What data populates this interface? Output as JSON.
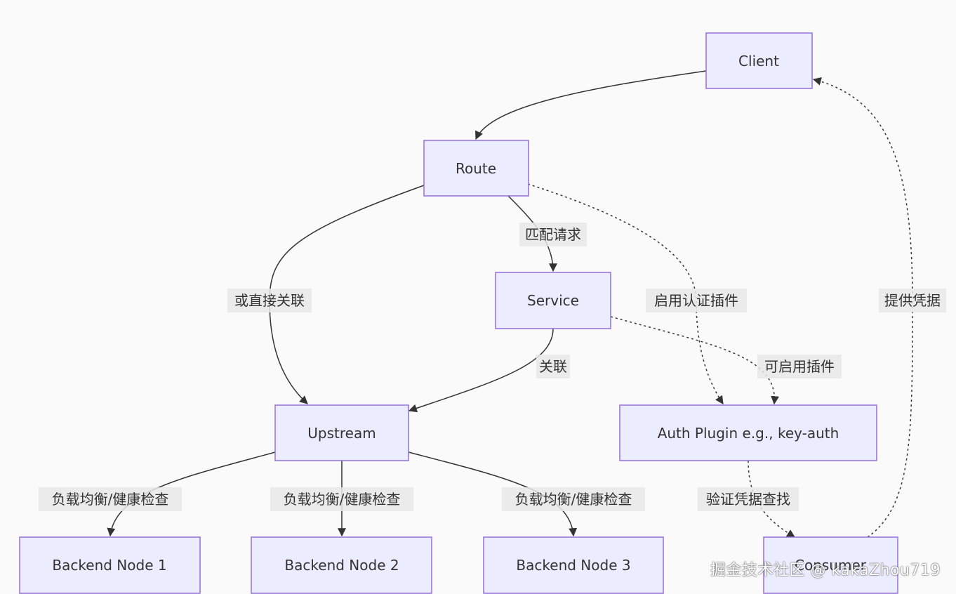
{
  "nodes": {
    "client": "Client",
    "route": "Route",
    "service": "Service",
    "upstream": "Upstream",
    "auth_plugin": "Auth Plugin e.g., key-auth",
    "backend1": "Backend Node 1",
    "backend2": "Backend Node 2",
    "backend3": "Backend Node 3",
    "consumer": "Consumer"
  },
  "edges": {
    "route_service": "匹配请求",
    "route_upstream": "或直接关联",
    "route_auth": "启用认证插件",
    "service_upstream": "关联",
    "service_auth": "可启用插件",
    "consumer_client": "提供凭据",
    "lb1": "负载均衡/健康检查",
    "lb2": "负载均衡/健康检查",
    "lb3": "负载均衡/健康检查",
    "auth_consumer": "验证凭据查找"
  },
  "watermark": "掘金技术社区 @ kakaZhou719",
  "colors": {
    "node_fill": "#ececff",
    "node_stroke": "#9370db",
    "edge": "#333333",
    "background": "#fafafa"
  }
}
